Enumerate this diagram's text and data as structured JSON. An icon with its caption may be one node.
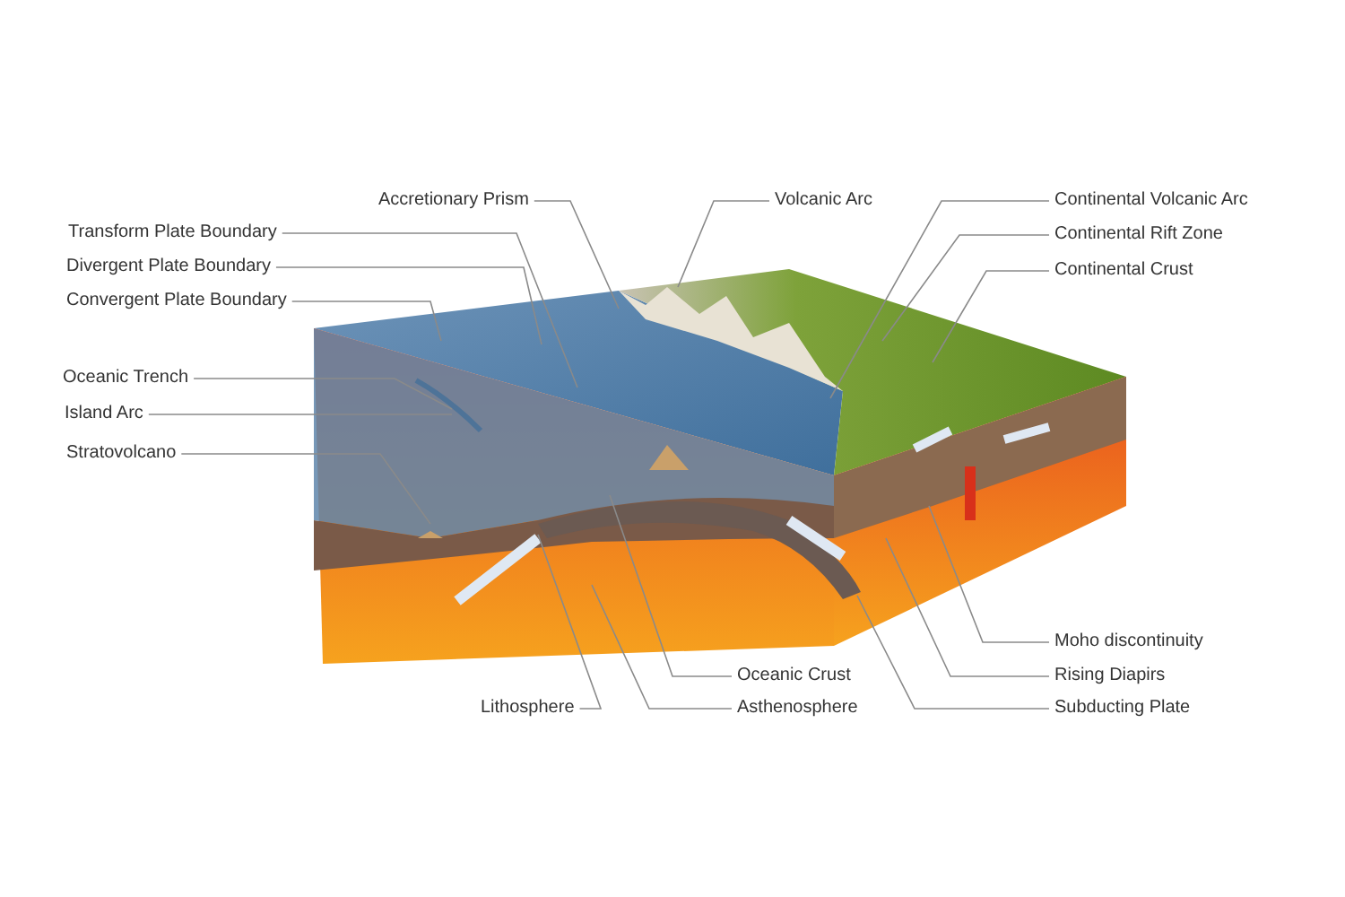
{
  "diagram": {
    "nodes": [
      {
        "text": [
          "Accretionary Prism"
        ]
      },
      {
        "text": [
          "Volcanic Arc"
        ]
      },
      {
        "text": [
          "Continental Volcanic Arc"
        ]
      },
      {
        "text": [
          "Transform Plate Boundary"
        ]
      },
      {
        "text": [
          "Continental Rift Zone"
        ]
      },
      {
        "text": [
          "Divergent Plate Boundary"
        ]
      },
      {
        "text": [
          "Continental Crust"
        ]
      },
      {
        "text": [
          "Convergent Plate Boundary"
        ]
      },
      {
        "text": [
          "Oceanic Trench"
        ]
      },
      {
        "text": [
          "Island Arc"
        ]
      },
      {
        "text": [
          "Stratovolcano"
        ]
      },
      {
        "text": [
          "Moho discontinuity"
        ]
      },
      {
        "text": [
          "Oceanic Crust"
        ]
      },
      {
        "text": [
          "Rising Diapirs"
        ]
      },
      {
        "text": [
          "Lithosphere"
        ]
      },
      {
        "text": [
          "Asthenosphere"
        ]
      },
      {
        "text": [
          "Subducting Plate"
        ]
      }
    ],
    "edges": [
      {
        "from": 0,
        "to": null,
        "arrow": "none"
      },
      {
        "from": 1,
        "to": null,
        "arrow": "none"
      },
      {
        "from": 2,
        "to": null,
        "arrow": "none"
      },
      {
        "from": 3,
        "to": null,
        "arrow": "none"
      },
      {
        "from": 4,
        "to": null,
        "arrow": "none"
      },
      {
        "from": 5,
        "to": null,
        "arrow": "none"
      },
      {
        "from": 6,
        "to": null,
        "arrow": "none"
      },
      {
        "from": 7,
        "to": null,
        "arrow": "none"
      },
      {
        "from": 8,
        "to": null,
        "arrow": "none"
      },
      {
        "from": 9,
        "to": null,
        "arrow": "none"
      },
      {
        "from": 10,
        "to": null,
        "arrow": "none"
      },
      {
        "from": 11,
        "to": null,
        "arrow": "none"
      },
      {
        "from": 12,
        "to": null,
        "arrow": "none"
      },
      {
        "from": 13,
        "to": null,
        "arrow": "none"
      },
      {
        "from": 14,
        "to": null,
        "arrow": "none"
      },
      {
        "from": 15,
        "to": null,
        "arrow": "none"
      },
      {
        "from": 16,
        "to": null,
        "arrow": "none"
      }
    ]
  }
}
